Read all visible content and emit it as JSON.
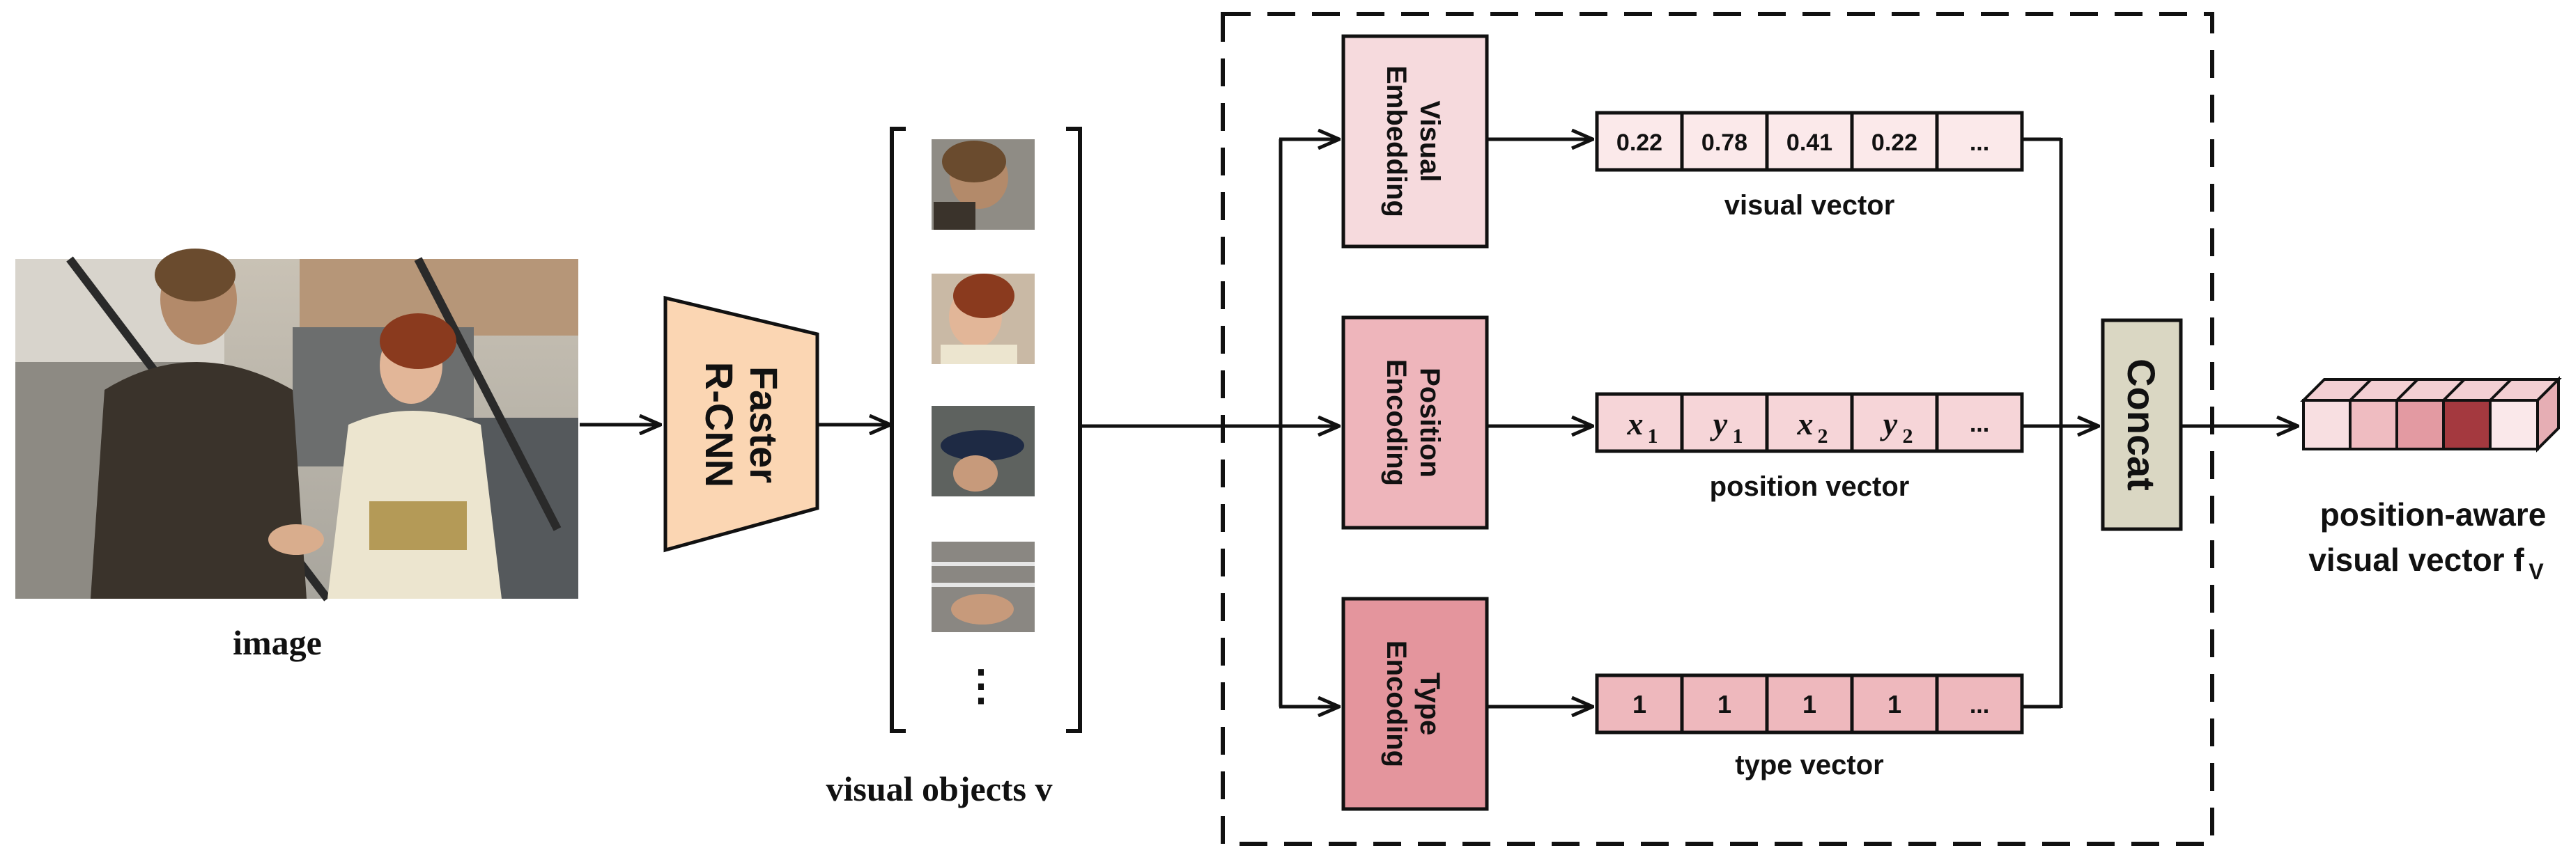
{
  "colors": {
    "rcnn_fill": "#fbd6b3",
    "visual_embedding_fill": "#f6dadd",
    "position_encoding_fill": "#eeb5bb",
    "type_encoding_fill": "#e4959d",
    "concat_fill": "#dad7c3",
    "visual_cells_fill": "#fbe9ea",
    "position_cells_fill": "#f6d5d8",
    "type_cells_fill": "#eeb8bd",
    "output_cells": [
      "#f8dfe1",
      "#efbcc1",
      "#e39aa2",
      "#a4393f",
      "#fae8ea"
    ]
  },
  "image_label": "image",
  "faster_rcnn": {
    "line1": "Faster",
    "line2": "R-CNN"
  },
  "visual_objects": {
    "ellipsis": "⋮",
    "label": "visual objects v"
  },
  "modules": {
    "visual_embedding": {
      "line1": "Visual",
      "line2": "Embedding"
    },
    "position_encoding": {
      "line1": "Position",
      "line2": "Encoding"
    },
    "type_encoding": {
      "line1": "Type",
      "line2": "Encoding"
    }
  },
  "vectors": {
    "visual": {
      "cells": [
        "0.22",
        "0.78",
        "0.41",
        "0.22",
        "..."
      ],
      "label": "visual vector"
    },
    "position": {
      "cells": [
        {
          "var": "x",
          "sub": "1"
        },
        {
          "var": "y",
          "sub": "1"
        },
        {
          "var": "x",
          "sub": "2"
        },
        {
          "var": "y",
          "sub": "2"
        },
        {
          "var": "...",
          "sub": ""
        }
      ],
      "label": "position vector"
    },
    "type": {
      "cells": [
        "1",
        "1",
        "1",
        "1",
        "..."
      ],
      "label": "type vector"
    }
  },
  "concat": {
    "label": "Concat"
  },
  "output": {
    "line1": "position-aware",
    "line2": "visual vector f",
    "subscript": "V"
  }
}
